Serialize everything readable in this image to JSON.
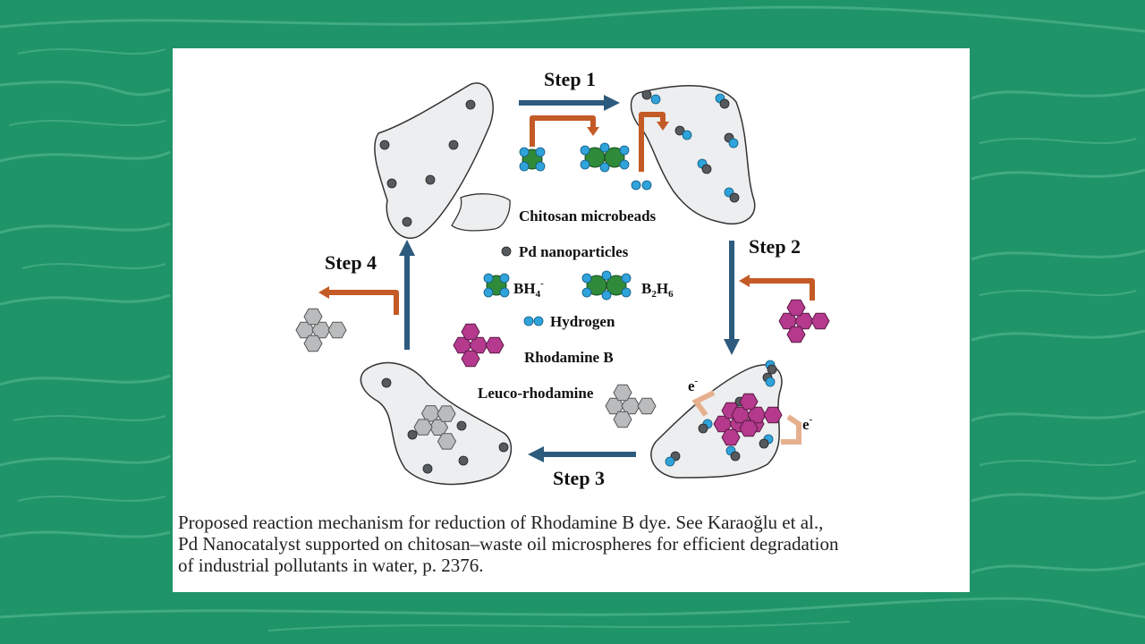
{
  "diagram": {
    "steps": [
      "Step 1",
      "Step 2",
      "Step 3",
      "Step 4"
    ],
    "legend": {
      "chitosan": "Chitosan microbeads",
      "pd": "Pd nanoparticles",
      "bh4": "BH",
      "bh4_sub": "4",
      "bh4_sup": "-",
      "b2h6_b": "B",
      "b2h6_2": "2",
      "b2h6_h": "H",
      "b2h6_6": "6",
      "hydrogen": "Hydrogen",
      "rhodamine": "Rhodamine B",
      "leuco": "Leuco-rhodamine"
    },
    "electron": "e",
    "electron_sup": "-"
  },
  "caption": {
    "line1": "Proposed reaction mechanism for reduction of Rhodamine B dye. See Karaoğlu et al.,",
    "line2": "Pd Nanocatalyst supported on chitosan–waste oil microspheres for efficient degradation",
    "line3": "of industrial pollutants in water, p. 2376."
  },
  "colors": {
    "background": "#1f9468",
    "arrow_blue": "#2d5b7e",
    "arrow_orange": "#c45a25",
    "arrow_peach": "#e6b08e",
    "bead_fill": "#eceeef",
    "pd_gray": "#555a5e",
    "boron_green": "#2f8a3a",
    "hydrogen_blue": "#2fa3da",
    "rhodamine_magenta": "#b53a8e",
    "leuco_gray": "#b9bbbd"
  }
}
